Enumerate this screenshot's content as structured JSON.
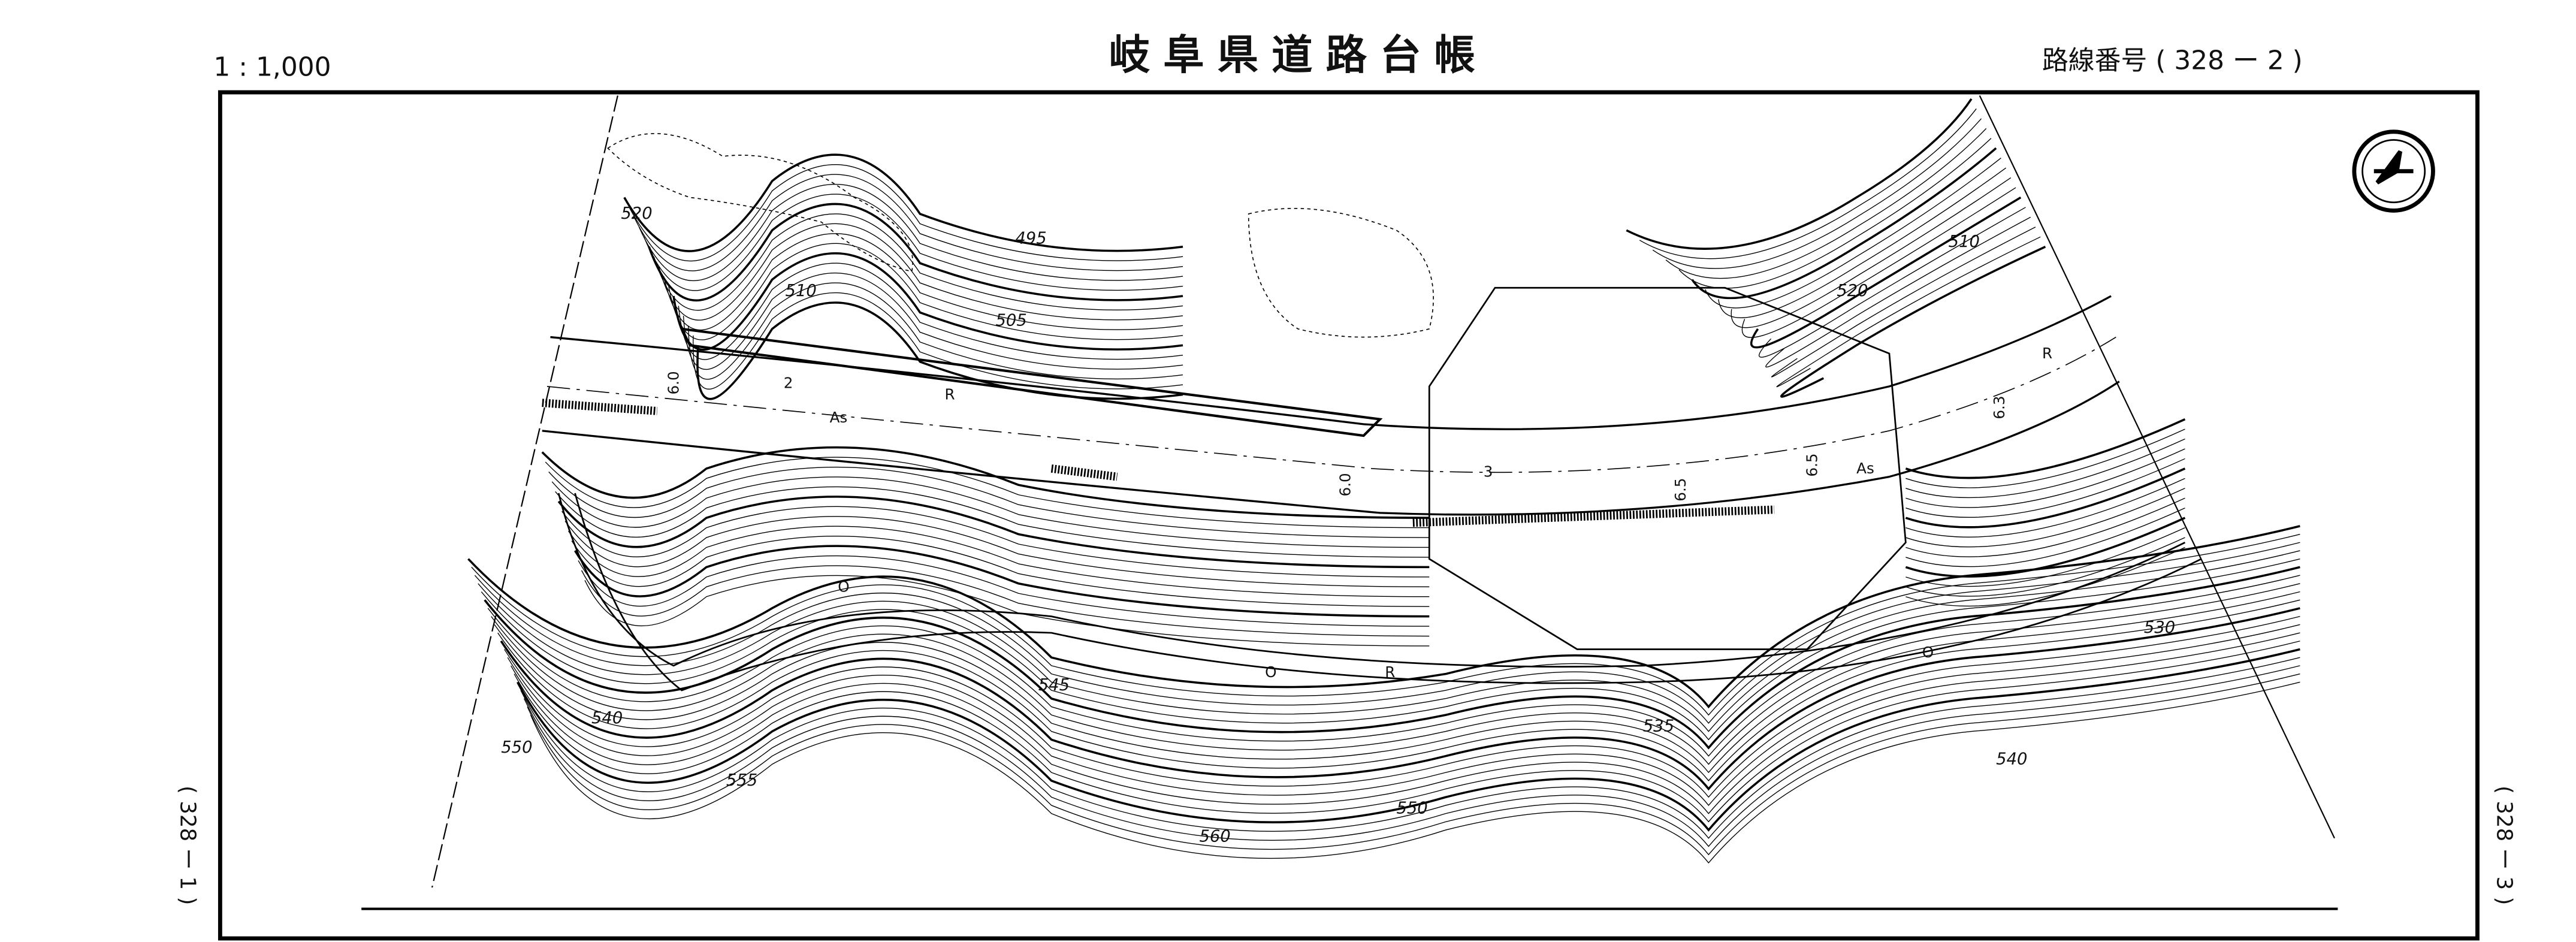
{
  "header": {
    "scale": "1 : 1,000",
    "title": "岐阜県道路台帳",
    "route_number": "路線番号 ( 328 ー  2  )"
  },
  "side_labels": {
    "left": "( 328 ー 1 )",
    "right": "( 328 ー 3 )"
  },
  "map": {
    "north_arrow": "north-arrow-icon",
    "contour_labels": [
      "520",
      "510",
      "495",
      "505",
      "520",
      "510",
      "545",
      "535",
      "540",
      "550",
      "560",
      "555",
      "550",
      "540",
      "530"
    ],
    "road_labels": {
      "surface_left": "As",
      "surface_right": "As",
      "section_2": "2",
      "section_3": "3",
      "retaining_r1": "R",
      "retaining_r2": "R",
      "retaining_r3": "R",
      "width_1": "6.0",
      "width_2": "6.0",
      "width_3": "6.5",
      "width_4": "6.5",
      "width_5": "6.3",
      "lower_o1": "O",
      "lower_o2": "O",
      "lower_o3": "O"
    }
  }
}
